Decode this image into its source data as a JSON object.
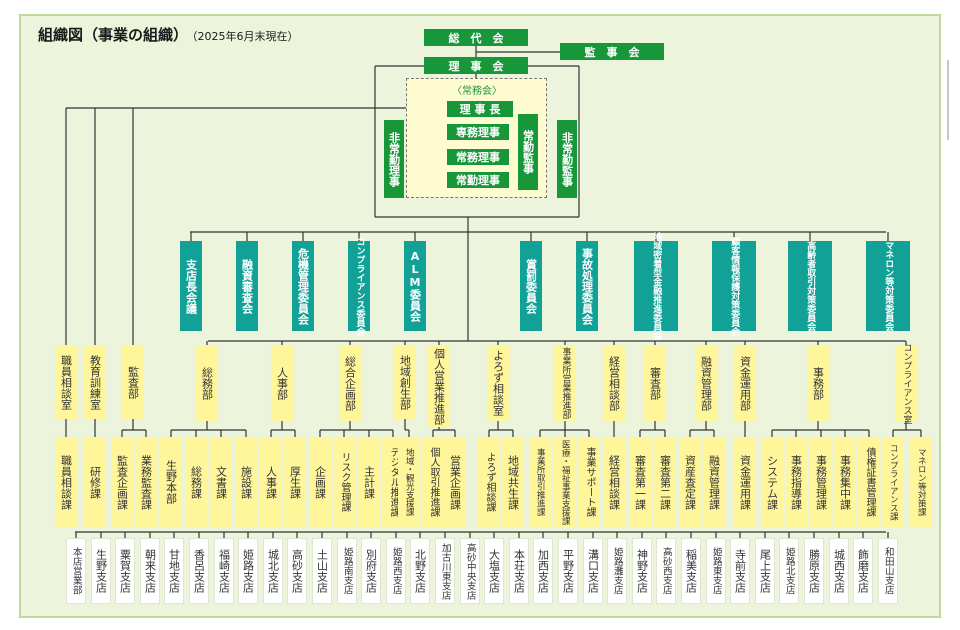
{
  "title": "組織図（事業の組織）",
  "title_date": "（2025年6月末現在）",
  "top": {
    "soudaikai": "総　代　会",
    "kansa": "監　事　会",
    "rijikai": "理　事　会"
  },
  "jomukai": {
    "label": "〈常務会〉",
    "rijicho": "理 事 長",
    "senmu": "専務理事",
    "jomu": "常務理事",
    "jokin": "常勤理事",
    "jokin_kanji": "常勤監事",
    "hijokin_riji": "非常勤理事",
    "hijokin_kanji": "非常勤監事"
  },
  "committees": [
    "支店長会議",
    "融資審査会",
    "危機管理委員会",
    "コンプライアンス委員会",
    "ALM委員会",
    "賞罰委員会",
    "事故処理委員会",
    "地域密着型金融推進委員会",
    "顧客情報保護対策委員会",
    "高齢者取引対策委員会",
    "マネロン等対策委員会"
  ],
  "departments": [
    "職員相談室",
    "教育訓練室",
    "監査部",
    "総務部",
    "人事部",
    "総合企画部",
    "地域創生部",
    "個人営業推進部",
    "よろず相談室",
    "事業所営業推進部",
    "経営相談部",
    "審査部",
    "融資管理部",
    "資金運用部",
    "事務部",
    "コンプライアンス室"
  ],
  "sections": [
    "職員相談課",
    "研修課",
    "監査企画課",
    "業務監査課",
    "生野本部",
    "総務課",
    "文書課",
    "施設課",
    "人事課",
    "厚生課",
    "企画課",
    "リスク管理課",
    "主計課",
    "デジタル推進課",
    "地域・観光支援課",
    "個人取引推進課",
    "営業企画課",
    "よろず相談課",
    "地域共生課",
    "事業所取引推進課",
    "医療・福祉事業支援課",
    "事業サポート課",
    "経営相談課",
    "審査第一課",
    "審査第二課",
    "資産査定課",
    "融資管理課",
    "資金運用課",
    "システム課",
    "事務指導課",
    "事務管理課",
    "事務集中課",
    "債権証書管理課",
    "コンプライアンス課",
    "マネロン等対策課"
  ],
  "branches": [
    "本店営業部",
    "生野支店",
    "粟賀支店",
    "朝来支店",
    "甘地支店",
    "香呂支店",
    "福崎支店",
    "姫路支店",
    "城北支店",
    "高砂支店",
    "土山支店",
    "姫路南支店",
    "別府支店",
    "姫路西支店",
    "北野支店",
    "加古川東支店",
    "高砂中央支店",
    "大塩支店",
    "本荘支店",
    "加西支店",
    "平野支店",
    "溝口支店",
    "姫路灘支店",
    "神野支店",
    "高砂西支店",
    "稲美支店",
    "姫路東支店",
    "寺前支店",
    "尾上支店",
    "姫路北支店",
    "勝原支店",
    "城西支店",
    "飾磨支店",
    "和田山支店"
  ],
  "colors": {
    "green": "#17963a",
    "teal": "#12a197",
    "yellow": "#fff59a",
    "panel": "#ecf4dc",
    "line": "#333333"
  }
}
